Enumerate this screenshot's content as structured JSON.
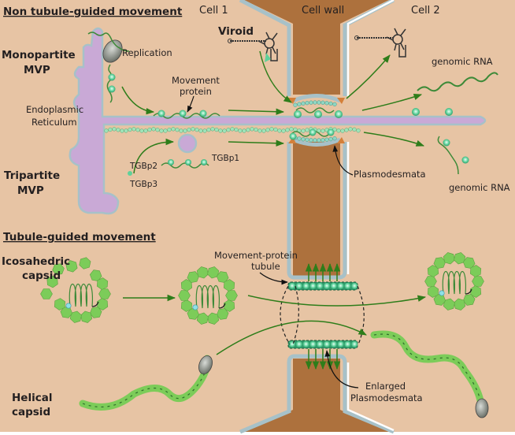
{
  "colors": {
    "background": "#e7c4a4",
    "cell_wall": "#ad713d",
    "membrane": "#a7c1c8",
    "er_fill": "#c9a9d6",
    "arrow_green": "#2e7d1a",
    "protein_green": "#5fd18f",
    "capsid_green": "#7ccc59",
    "bead_teal": "#8fd6c3",
    "desmotubule_orange": "#d4803a"
  },
  "headings": {
    "non_tubule": "Non tubule-guided movement",
    "tubule": "Tubule-guided movement"
  },
  "cells": {
    "cell1": "Cell 1",
    "cell_wall": "Cell wall",
    "cell2": "Cell 2"
  },
  "groups": {
    "viroid": "Viroid",
    "monopartite_line1": "Monopartite",
    "monopartite_line2": "MVP",
    "tripartite_line1": "Tripartite",
    "tripartite_line2": "MVP",
    "icosahedric_line1": "Icosahedric",
    "icosahedric_line2": "capsid",
    "helical_line1": "Helical",
    "helical_line2": "capsid"
  },
  "labels": {
    "replication": "Replication",
    "movement_protein_line1": "Movement",
    "movement_protein_line2": "protein",
    "er_line1": "Endoplasmic",
    "er_line2": "Reticulum",
    "tgbp1": "TGBp1",
    "tgbp2": "TGBp2",
    "tgbp3": "TGBp3",
    "genomic_rna_top": "genomic RNA",
    "genomic_rna_bottom": "genomic RNA",
    "plasmodesmata": "Plasmodesmata",
    "mp_tubule_line1": "Movement-protein",
    "mp_tubule_line2": "tubule",
    "enlarged_line1": "Enlarged",
    "enlarged_line2": "Plasmodesmata"
  }
}
